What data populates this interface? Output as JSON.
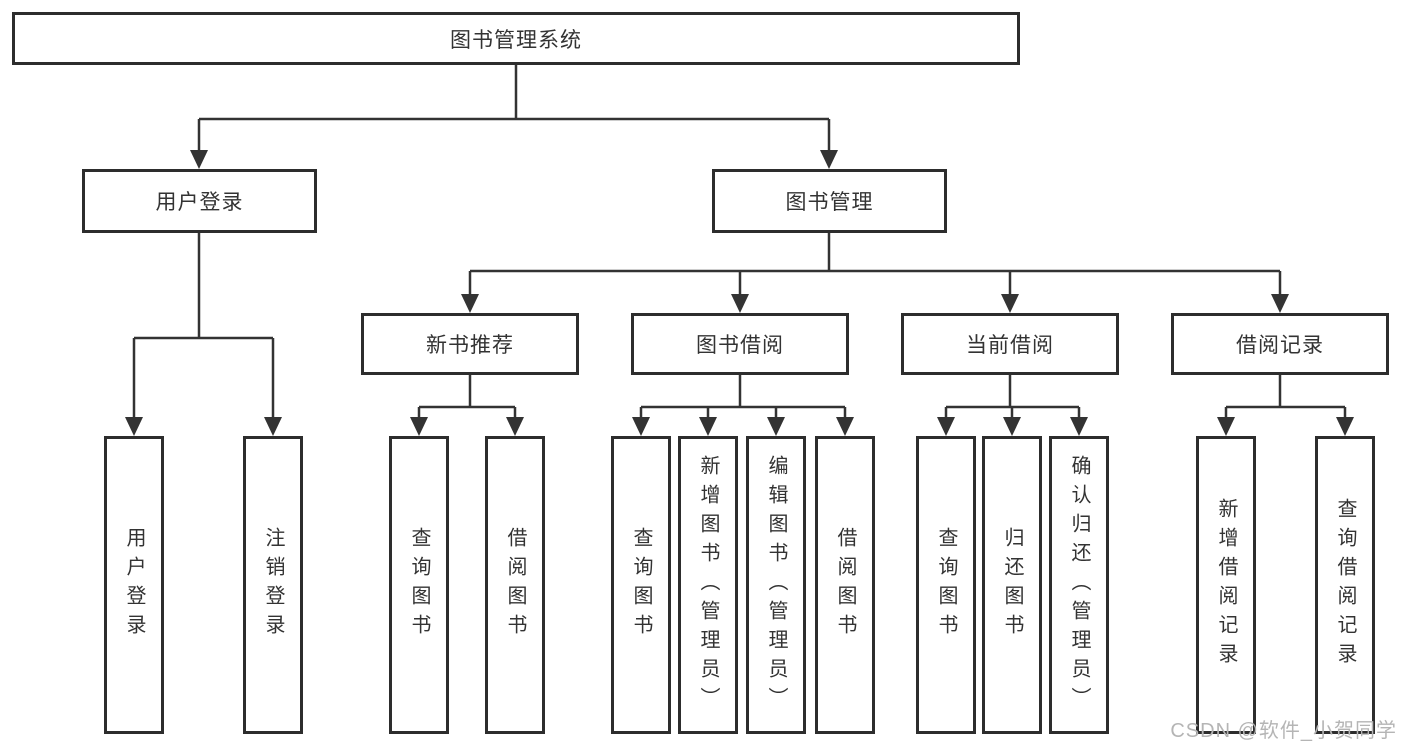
{
  "diagram": {
    "type": "hierarchy-tree",
    "root": {
      "label": "图书管理系统",
      "children": [
        {
          "label": "用户登录",
          "children": [
            {
              "label": "用户登录"
            },
            {
              "label": "注销登录"
            }
          ]
        },
        {
          "label": "图书管理",
          "children": [
            {
              "label": "新书推荐",
              "children": [
                {
                  "label": "查询图书"
                },
                {
                  "label": "借阅图书"
                }
              ]
            },
            {
              "label": "图书借阅",
              "children": [
                {
                  "label": "查询图书"
                },
                {
                  "label": "新增图书（管理员）"
                },
                {
                  "label": "编辑图书（管理员）"
                },
                {
                  "label": "借阅图书"
                }
              ]
            },
            {
              "label": "当前借阅",
              "children": [
                {
                  "label": "查询图书"
                },
                {
                  "label": "归还图书"
                },
                {
                  "label": "确认归还（管理员）"
                }
              ]
            },
            {
              "label": "借阅记录",
              "children": [
                {
                  "label": "新增借阅记录"
                },
                {
                  "label": "查询借阅记录"
                }
              ]
            }
          ]
        }
      ]
    },
    "watermark": "CSDN @软件_小贺同学",
    "colors": {
      "line": "#333333",
      "box_border": "#2d2d2d",
      "text": "#333333",
      "watermark": "#b5b5b5",
      "background": "#ffffff"
    }
  }
}
